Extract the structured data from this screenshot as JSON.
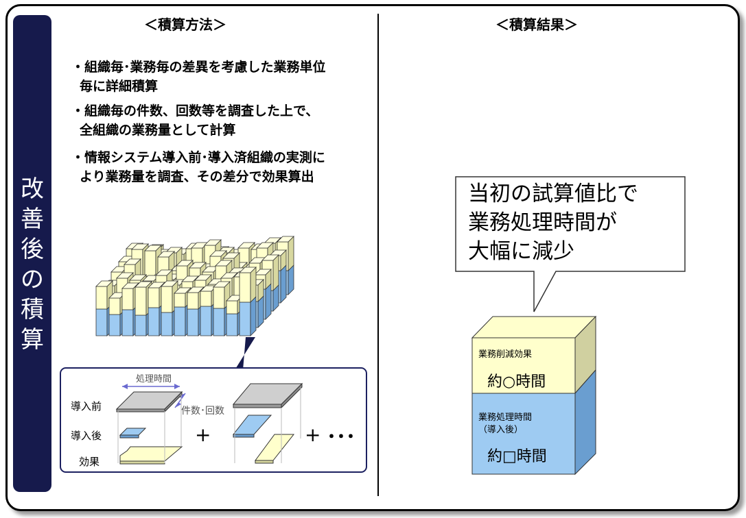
{
  "sidebar": {
    "chars": [
      "改",
      "善",
      "後",
      "の",
      "積",
      "算"
    ]
  },
  "left": {
    "heading": "＜積算方法＞",
    "bullets": [
      {
        "lines": [
          "・組織毎･業務毎の差異を考慮した業務単位",
          "毎に詳細積算"
        ]
      },
      {
        "lines": [
          "・組織毎の件数、回数等を調査した上で、",
          "全組織の業務量として計算"
        ]
      },
      {
        "lines": [
          "・情報システム導入前･導入済組織の実測に",
          "より業務量を調査、その差分で効果算出"
        ]
      }
    ],
    "detail": {
      "label_time": "処理時間",
      "label_count": "件数･回数",
      "row_before": "導入前",
      "row_after": "導入後",
      "row_effect": "効果",
      "plus1": "+",
      "plus2": "+",
      "ellipsis": "･･･"
    }
  },
  "right": {
    "heading": "＜積算結果＞",
    "callout_lines": [
      "当初の試算値比で",
      "業務処理時間が",
      "大幅に減少"
    ],
    "top_box": {
      "label": "業務削減効果",
      "value": "約○時間"
    },
    "bottom_box": {
      "label1": "業務処理時間",
      "label2": "（導入後）",
      "value": "約□時間"
    }
  },
  "colors": {
    "navy": "#161a4c",
    "cream": "#ffffcc",
    "blue": "#9ecbf2",
    "grey": "#d0d0d0"
  }
}
